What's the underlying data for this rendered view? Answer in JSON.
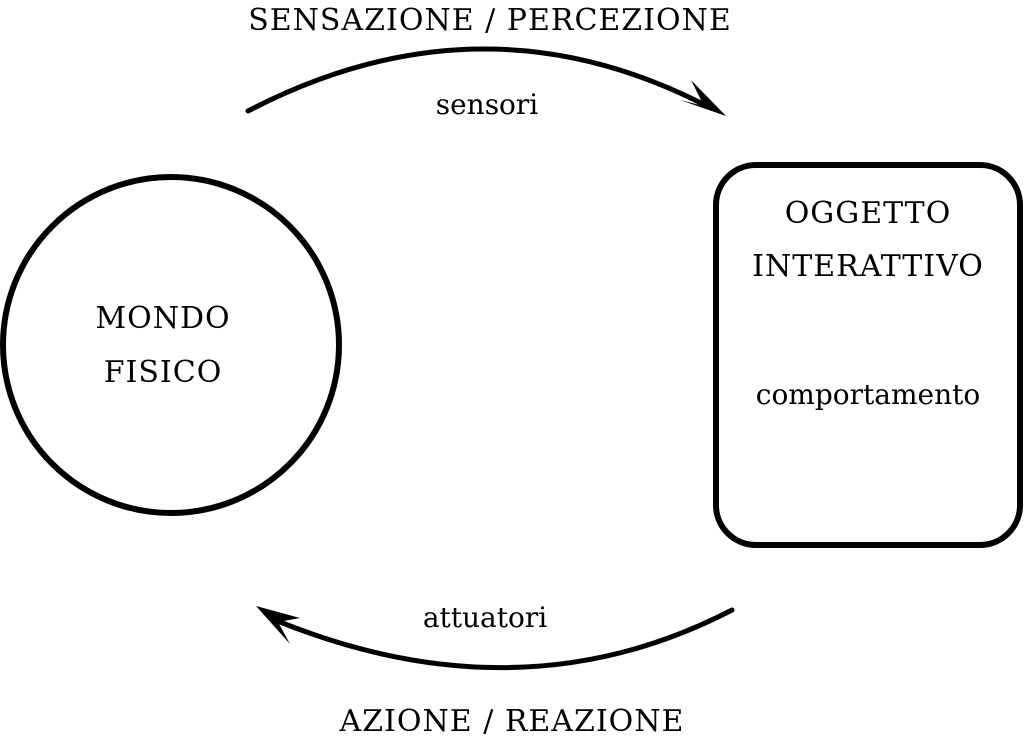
{
  "top_title": "SENSAZIONE / PERCEZIONE",
  "bottom_title": "AZIONE / REAZIONE",
  "physical_world": {
    "line1": "MONDO",
    "line2": "FISICO"
  },
  "interactive_object": {
    "line1": "OGGETTO",
    "line2": "INTERATTIVO",
    "behavior": "comportamento"
  },
  "top_arrow_label": "sensori",
  "bottom_arrow_label": "attuatori",
  "colors": {
    "stroke": "#000000",
    "background": "#ffffff"
  }
}
